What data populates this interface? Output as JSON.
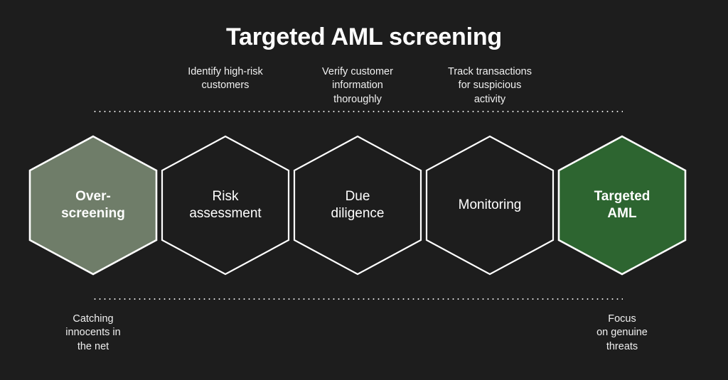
{
  "page": {
    "title": "Targeted AML screening",
    "background_color": "#1d1d1d",
    "text_color": "#ffffff"
  },
  "colors": {
    "background": "#1d1d1d",
    "outline": "#ffffff",
    "highlight_sage": "#6f7d69",
    "highlight_green": "#2d6530",
    "dotted_rule": "#e8e8e8"
  },
  "dotted_rules": [
    {
      "name": "top-divider"
    },
    {
      "name": "bottom-divider"
    }
  ],
  "process": {
    "steps": [
      {
        "id": "over-screening",
        "label": "Over-\nscreening",
        "fill": "#6f7d69",
        "emphasis": "bold",
        "callout_top": null,
        "callout_bottom": "Catching\ninnocents in\nthe net"
      },
      {
        "id": "risk-assessment",
        "label": "Risk\nassessment",
        "fill": "none",
        "emphasis": "regular",
        "callout_top": "Identify high-risk\ncustomers",
        "callout_bottom": null
      },
      {
        "id": "due-diligence",
        "label": "Due\ndiligence",
        "fill": "none",
        "emphasis": "regular",
        "callout_top": "Verify customer\ninformation\nthoroughly",
        "callout_bottom": null
      },
      {
        "id": "monitoring",
        "label": "Monitoring",
        "fill": "none",
        "emphasis": "regular",
        "callout_top": "Track transactions\nfor suspicious\nactivity",
        "callout_bottom": null
      },
      {
        "id": "targeted-aml",
        "label": "Targeted\nAML",
        "fill": "#2d6530",
        "emphasis": "bold",
        "callout_top": null,
        "callout_bottom": "Focus\non genuine\nthreats"
      }
    ]
  }
}
